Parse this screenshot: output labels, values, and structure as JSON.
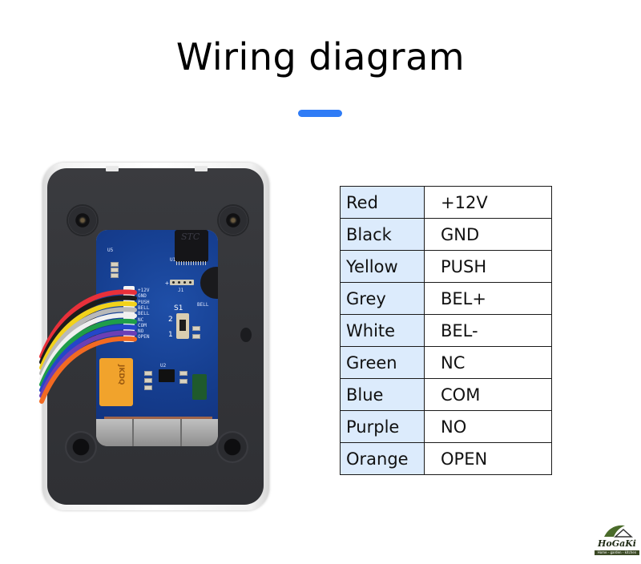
{
  "header": {
    "title": "Wiring diagram",
    "accent_color": "#2f7cf6"
  },
  "device": {
    "chip_label": "STC",
    "pcb_labels": {
      "u1": "U1",
      "u2": "U2",
      "u5": "U5",
      "j1": "J1",
      "s1": "S1",
      "bell": "BELL",
      "pos_1": "1",
      "pos_2": "2",
      "j1_plus": "+",
      "relay_brand": "JKDQ"
    },
    "connector_pins": [
      "+12V",
      "GND",
      "PUSH",
      "BELL",
      "BELL",
      "NC",
      "COM",
      "NO",
      "OPEN"
    ],
    "wire_colors": [
      "#e8303a",
      "#1c1c1c",
      "#f2d21b",
      "#b9b9b9",
      "#f5f5f5",
      "#1f9d4a",
      "#2546c9",
      "#6b3fb5",
      "#f26a22"
    ]
  },
  "wiring_table": {
    "rows": [
      {
        "wire": "Red",
        "function": "+12V"
      },
      {
        "wire": "Black",
        "function": "GND"
      },
      {
        "wire": "Yellow",
        "function": "PUSH"
      },
      {
        "wire": "Grey",
        "function": "BEL+"
      },
      {
        "wire": "White",
        "function": "BEL-"
      },
      {
        "wire": "Green",
        "function": "NC"
      },
      {
        "wire": "Blue",
        "function": "COM"
      },
      {
        "wire": "Purple",
        "function": "NO"
      },
      {
        "wire": "Orange",
        "function": "OPEN"
      }
    ],
    "left_cell_color": "#dcebfc"
  },
  "logo": {
    "brand": "HoGaKi",
    "tagline": "Home - garden - kitchen"
  }
}
